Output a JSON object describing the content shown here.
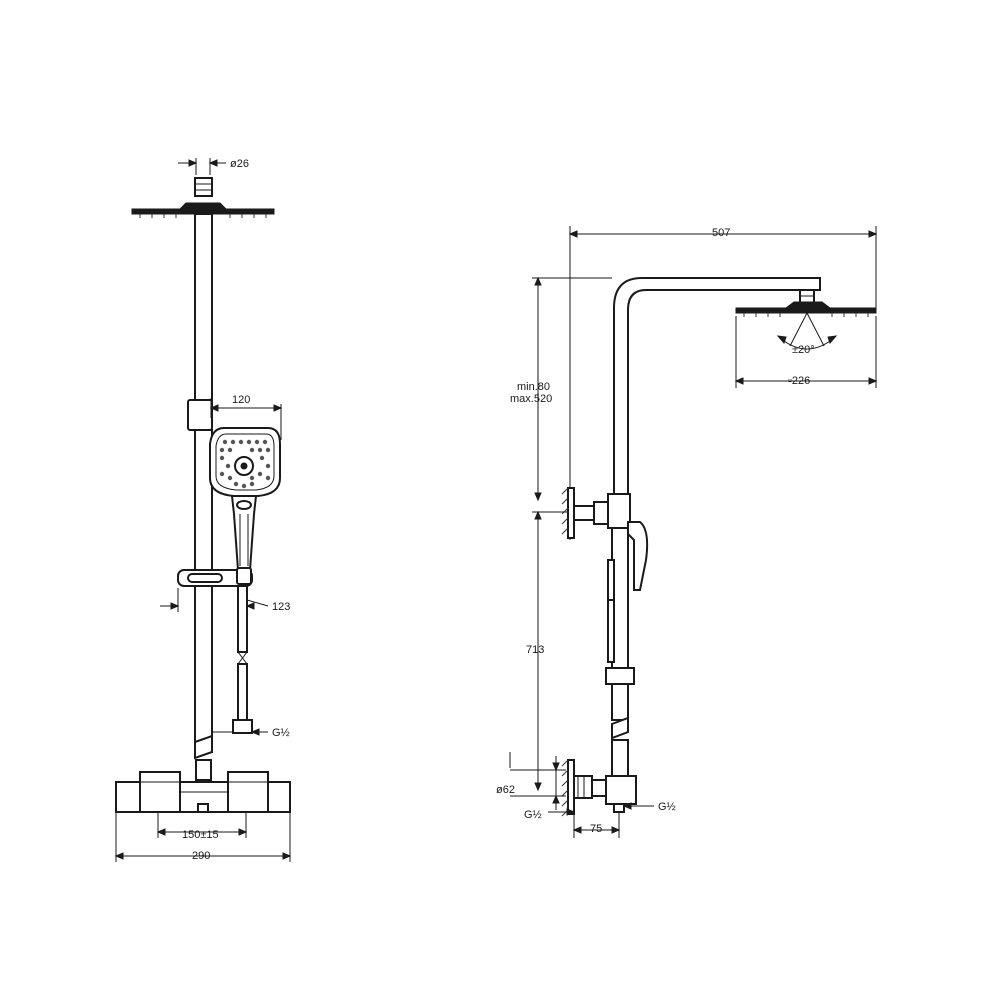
{
  "front_view": {
    "pipe_diameter": "ø26",
    "handshower_width": "120",
    "holder_offset": "123",
    "hose_thread": "G½",
    "inlet_spacing": "150±15",
    "mixer_width": "290"
  },
  "side_view": {
    "arm_projection": "507",
    "height_adjust_min": "min.80",
    "height_adjust_max": "max.520",
    "tilt_angle": "±20°",
    "head_size": "▫226",
    "rail_height": "713",
    "eccentric_diameter": "ø62",
    "inlet_thread": "G½",
    "outlet_thread": "G½",
    "mixer_depth": "75"
  }
}
